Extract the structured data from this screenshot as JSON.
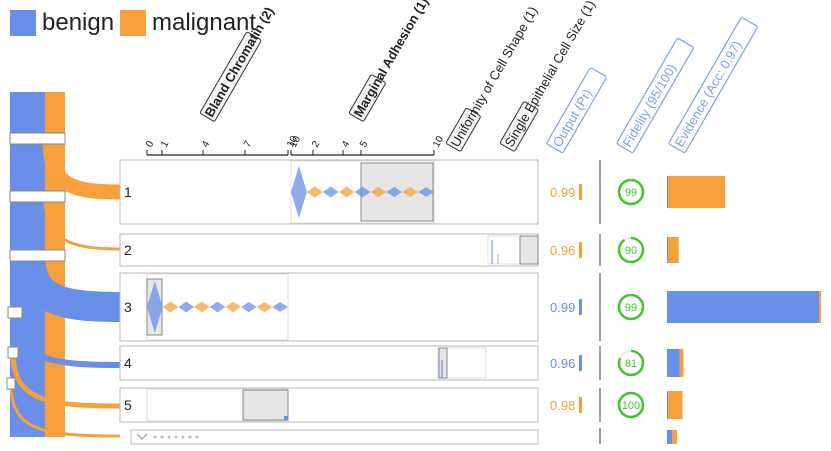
{
  "legend": {
    "items": [
      {
        "label": "benign",
        "color": "#6A8FE8"
      },
      {
        "label": "malignant",
        "color": "#F5A03C"
      }
    ]
  },
  "colors": {
    "benign": "#6A8FE8",
    "malignant": "#F5A03C",
    "fidelity": "#45C42A",
    "header_blue": "#7BA3E8"
  },
  "headers": {
    "features": [
      {
        "label": "Bland Chromatin (2)",
        "bold": true,
        "boxed_prefix": "Bland Chrom",
        "rest": "atin (2)"
      },
      {
        "label": "Marginal Adhesion (1)",
        "bold": true,
        "boxed_prefix": "Margi",
        "rest": "nal Adhesion (1)"
      },
      {
        "label": "Uniformity of Cell Shape (1)",
        "bold": false,
        "boxed_prefix": "Unifo",
        "rest": "rmity of Cell Shape (1)"
      },
      {
        "label": "Single Epithelial Cell Size (1)",
        "bold": false,
        "boxed_prefix": "Single",
        "rest": " Epithelial Cell Size (1)"
      }
    ],
    "output": "Output (Pr)",
    "fidelity": "Fidelity (95/100)",
    "evidence": "Evidence (Acc: 0.97)"
  },
  "axes": {
    "bland_chromatin_ticks": [
      "0",
      "1",
      "4",
      "7",
      "10"
    ],
    "marginal_adhesion_ticks": [
      "10",
      "2",
      "4",
      "5",
      "10"
    ]
  },
  "rules": [
    {
      "id": "1",
      "output": "0.99",
      "class": "malignant",
      "fidelity": 99,
      "evidence": {
        "benign": 0.5,
        "malignant": 59
      }
    },
    {
      "id": "2",
      "output": "0.96",
      "class": "malignant",
      "fidelity": 90,
      "evidence": {
        "benign": 1,
        "malignant": 11
      }
    },
    {
      "id": "3",
      "output": "0.99",
      "class": "benign",
      "fidelity": 99,
      "evidence": {
        "benign": 157,
        "malignant": 2
      }
    },
    {
      "id": "4",
      "output": "0.96",
      "class": "benign",
      "fidelity": 81,
      "evidence": {
        "benign": 13,
        "malignant": 4
      }
    },
    {
      "id": "5",
      "output": "0.98",
      "class": "malignant",
      "fidelity": 100,
      "evidence": {
        "benign": 1,
        "malignant": 15
      }
    }
  ],
  "chart_data": {
    "type": "table",
    "title": "",
    "columns": [
      "Bland Chromatin (2)",
      "Marginal Adhesion (1)",
      "Uniformity of Cell Shape (1)",
      "Single Epithelial Cell Size (1)",
      "Output (Pr)",
      "Fidelity (95/100)",
      "Evidence (Acc: 0.97)"
    ],
    "series": [
      {
        "name": "benign",
        "values": [
          0.5,
          1,
          157,
          13,
          1
        ]
      },
      {
        "name": "malignant",
        "values": [
          59,
          11,
          2,
          4,
          15
        ]
      }
    ],
    "categories": [
      "1",
      "2",
      "3",
      "4",
      "5"
    ],
    "output": [
      0.99,
      0.96,
      0.99,
      0.96,
      0.98
    ],
    "fidelity": [
      99,
      90,
      99,
      81,
      100
    ]
  }
}
